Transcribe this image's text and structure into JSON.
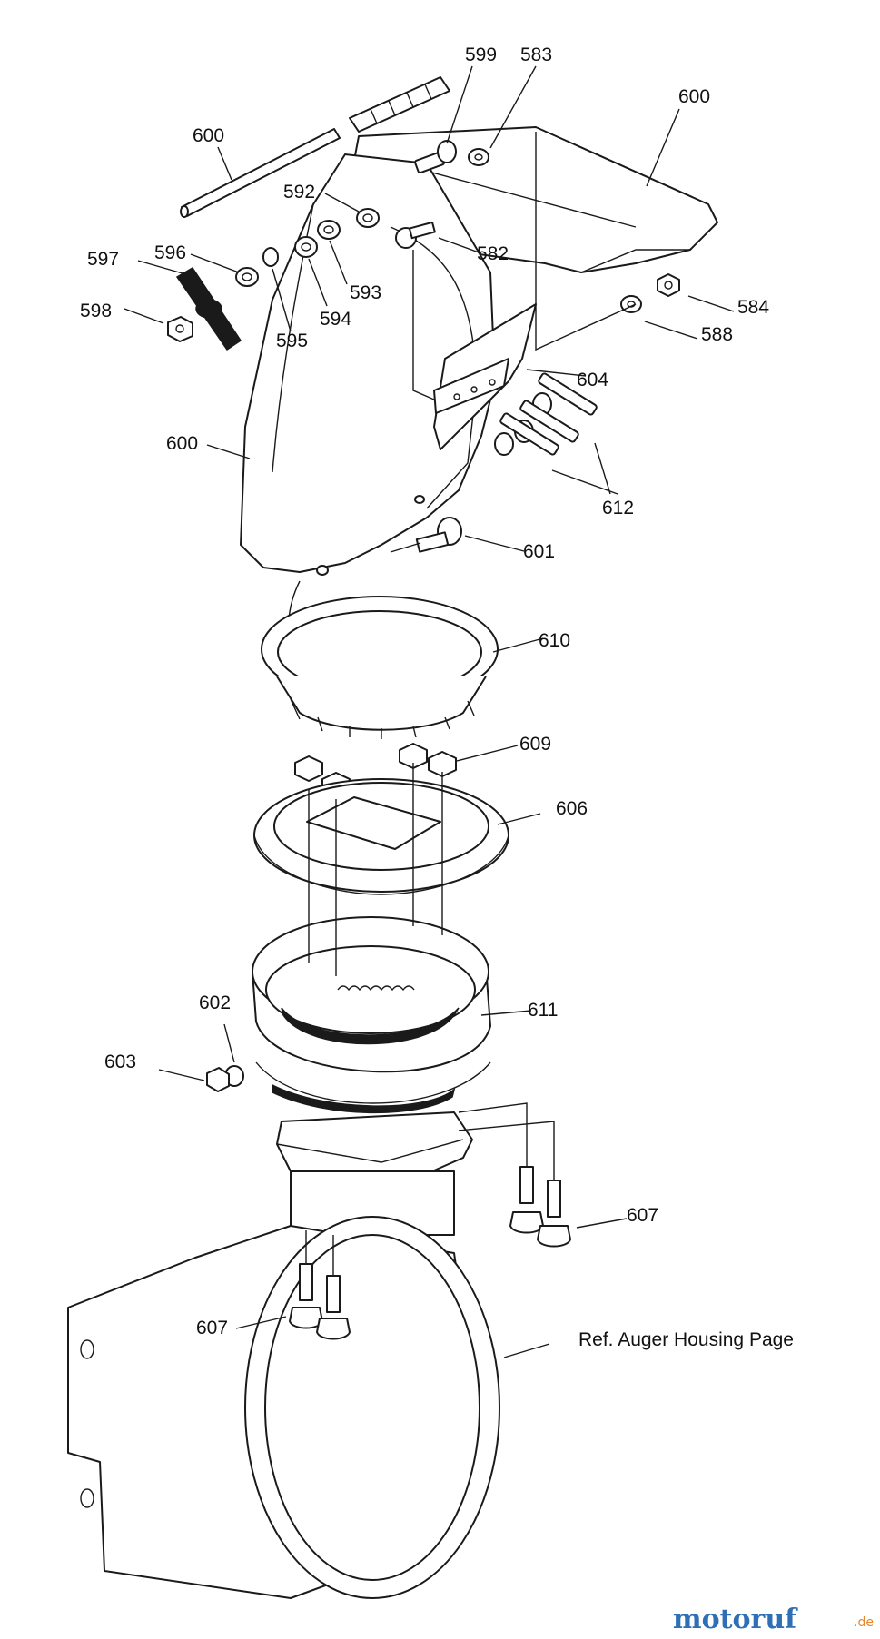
{
  "diagram": {
    "callouts": [
      {
        "id": "c599",
        "text": "599"
      },
      {
        "id": "c583",
        "text": "583"
      },
      {
        "id": "c600a",
        "text": "600"
      },
      {
        "id": "c600b",
        "text": "600"
      },
      {
        "id": "c592",
        "text": "592"
      },
      {
        "id": "c596",
        "text": "596"
      },
      {
        "id": "c597",
        "text": "597"
      },
      {
        "id": "c582",
        "text": "582"
      },
      {
        "id": "c593",
        "text": "593"
      },
      {
        "id": "c584",
        "text": "584"
      },
      {
        "id": "c598",
        "text": "598"
      },
      {
        "id": "c594",
        "text": "594"
      },
      {
        "id": "c588",
        "text": "588"
      },
      {
        "id": "c595",
        "text": "595"
      },
      {
        "id": "c604",
        "text": "604"
      },
      {
        "id": "c600c",
        "text": "600"
      },
      {
        "id": "c612",
        "text": "612"
      },
      {
        "id": "c601",
        "text": "601"
      },
      {
        "id": "c610",
        "text": "610"
      },
      {
        "id": "c609",
        "text": "609"
      },
      {
        "id": "c606",
        "text": "606"
      },
      {
        "id": "c602",
        "text": "602"
      },
      {
        "id": "c611",
        "text": "611"
      },
      {
        "id": "c603",
        "text": "603"
      },
      {
        "id": "c607a",
        "text": "607"
      },
      {
        "id": "c607b",
        "text": "607"
      }
    ],
    "reference_note": "Ref. Auger Housing Page",
    "watermark": {
      "main": "motoruf",
      "suffix": ".de",
      "colors": [
        "#2f6fb5",
        "#e8852a"
      ]
    }
  }
}
